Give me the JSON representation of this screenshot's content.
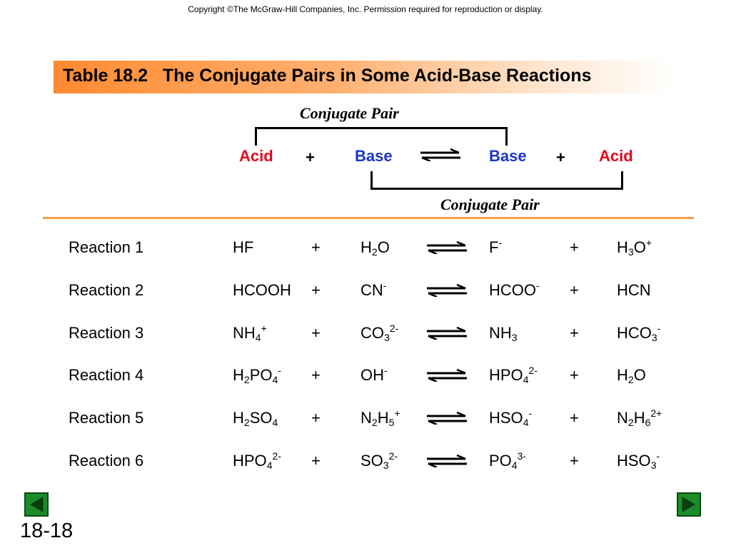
{
  "copyright": "Copyright ©The McGraw-Hill Companies, Inc.  Permission required for reproduction or display.",
  "title": "Table 18.2   The Conjugate Pairs in Some Acid-Base Reactions",
  "diagram": {
    "conjugate_pair_top": "Conjugate Pair",
    "conjugate_pair_bottom": "Conjugate Pair",
    "header": {
      "acid1": "Acid",
      "plus1": "+",
      "base1": "Base",
      "base2": "Base",
      "plus2": "+",
      "acid2": "Acid"
    },
    "colors": {
      "acid": "#e8001c",
      "base": "#1c35c8",
      "divider": "#f5a04a"
    }
  },
  "reactions": [
    {
      "label": "Reaction 1",
      "acid1": "HF",
      "plus1": "+",
      "base1": "H<sub>2</sub>O",
      "base2": "F<sup>-</sup>",
      "plus2": "+",
      "acid2": "H<sub>3</sub>O<sup>+</sup>"
    },
    {
      "label": "Reaction 2",
      "acid1": "HCOOH",
      "plus1": "+",
      "base1": "CN<sup>-</sup>",
      "base2": "HCOO<sup>-</sup>",
      "plus2": "+",
      "acid2": "HCN"
    },
    {
      "label": "Reaction 3",
      "acid1": "NH<sub>4</sub><sup>+</sup>",
      "plus1": "+",
      "base1": "CO<sub>3</sub><sup>2-</sup>",
      "base2": "NH<sub>3</sub>",
      "plus2": "+",
      "acid2": "HCO<sub>3</sub><sup>-</sup>"
    },
    {
      "label": "Reaction 4",
      "acid1": "H<sub>2</sub>PO<sub>4</sub><sup>-</sup>",
      "plus1": "+",
      "base1": "OH<sup>-</sup>",
      "base2": "HPO<sub>4</sub><sup>2-</sup>",
      "plus2": "+",
      "acid2": "H<sub>2</sub>O"
    },
    {
      "label": "Reaction 5",
      "acid1": "H<sub>2</sub>SO<sub>4</sub>",
      "plus1": "+",
      "base1": "N<sub>2</sub>H<sub>5</sub><sup>+</sup>",
      "base2": "HSO<sub>4</sub><sup>-</sup>",
      "plus2": "+",
      "acid2": "N<sub>2</sub>H<sub>6</sub><sup>2+</sup>"
    },
    {
      "label": "Reaction 6",
      "acid1": "HPO<sub>4</sub><sup>2-</sup>",
      "plus1": "+",
      "base1": "SO<sub>3</sub><sup>2-</sup>",
      "base2": "PO<sub>4</sub><sup>3-</sup>",
      "plus2": "+",
      "acid2": "HSO<sub>3</sub><sup>-</sup>"
    }
  ],
  "footer": {
    "slide_number": "18-18",
    "prev_icon": "prev-triangle-icon",
    "next_icon": "next-triangle-icon",
    "nav_color": "#1c8c2a"
  }
}
